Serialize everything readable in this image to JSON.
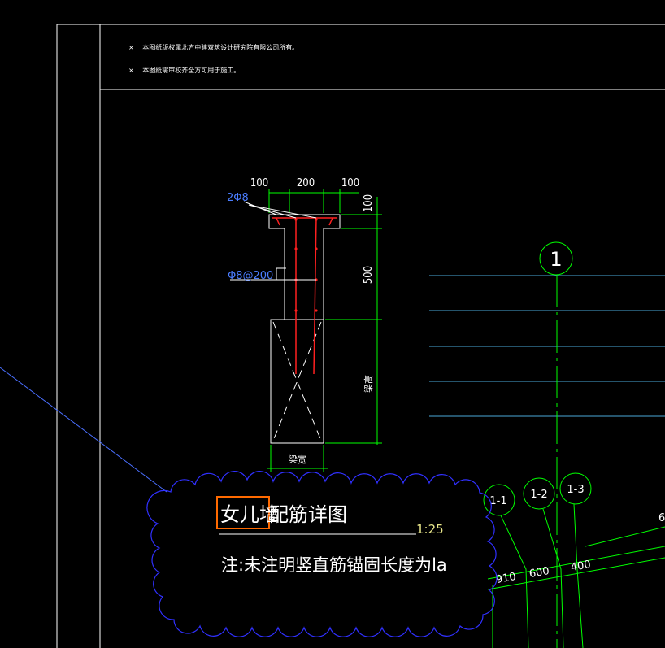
{
  "notes": [
    {
      "marker": "×",
      "text": "本图纸版权属北方中建双筑设计研究院有限公司所有。"
    },
    {
      "marker": "×",
      "text": "本图纸需审校齐全方可用于施工。"
    }
  ],
  "section": {
    "top_dims": [
      "100",
      "200",
      "100"
    ],
    "right_dims": [
      "100",
      "500",
      "梁高"
    ],
    "bottom_dim": "梁宽",
    "rebar_label_top": "2Φ8",
    "rebar_label_mid": "Φ8@200"
  },
  "title": {
    "main": "女儿墙配筋详图",
    "highlighted": "女儿墙",
    "rest": "配筋详图",
    "scale": "1:25",
    "note": "注:未注明竖直筋锚固长度为la",
    "highlight_color": "#ff6a00"
  },
  "grid": {
    "axis_main": "1",
    "axis_subs": [
      "1-1",
      "1-2",
      "1-3"
    ],
    "dims": [
      "910",
      "600",
      "400"
    ],
    "edge_label": "6"
  },
  "colors": {
    "frame": "#ffffff",
    "dim": "#00ff00",
    "rebar": "#ff2020",
    "cloud": "#3030ff",
    "leader": "#4a7dff",
    "grid_line": "#4aa8d8",
    "highlight": "#ff6a00"
  }
}
